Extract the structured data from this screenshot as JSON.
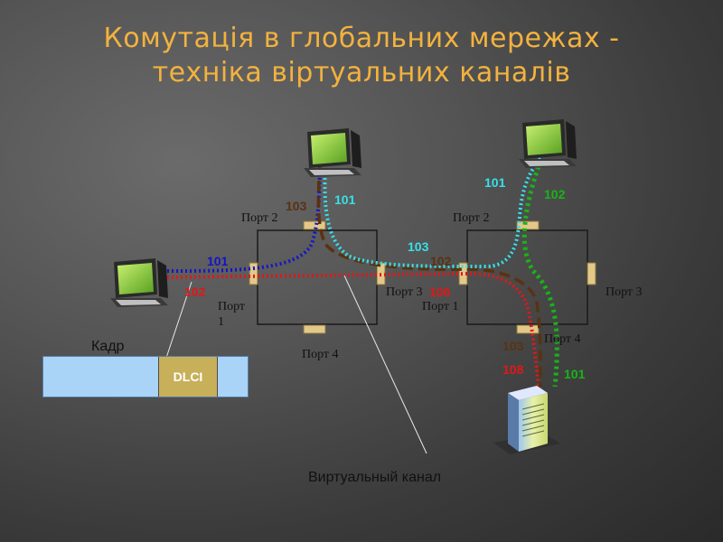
{
  "title": {
    "line1": "Комутація в глобальних мережах -",
    "line2": "техніка віртуальних каналів"
  },
  "colors": {
    "title": "#f3b23e",
    "blue": "#1414c8",
    "red": "#e01818",
    "cyan": "#38e0e8",
    "brown": "#5a3210",
    "green": "#18b418",
    "frame": "#a9d4f7",
    "dlci": "#c8b05a"
  },
  "switch1": {
    "ports": {
      "p1a": "Порт",
      "p1b": "1",
      "p2": "Порт 2",
      "p3": "Порт 3",
      "p4": "Порт 4"
    }
  },
  "switch2": {
    "ports": {
      "p1": "Порт 1",
      "p2": "Порт 2",
      "p3": "Порт 3",
      "p4": "Порт 4"
    }
  },
  "channel_numbers": {
    "left_blue": "101",
    "left_red": "102",
    "top1_brown": "103",
    "top1_cyan": "101",
    "mid_cyan": "103",
    "mid_brown": "102",
    "mid_red": "106",
    "top2_cyan": "101",
    "top2_green": "102",
    "bottom_brown": "103",
    "bottom_red": "108",
    "bottom_green": "101"
  },
  "frame": {
    "label": "Кадр",
    "dlci": "DLCI"
  },
  "virtual_channel_label": "Виртуальный канал",
  "icons": [
    "computer-icon",
    "computer-icon",
    "computer-icon",
    "server-icon"
  ]
}
